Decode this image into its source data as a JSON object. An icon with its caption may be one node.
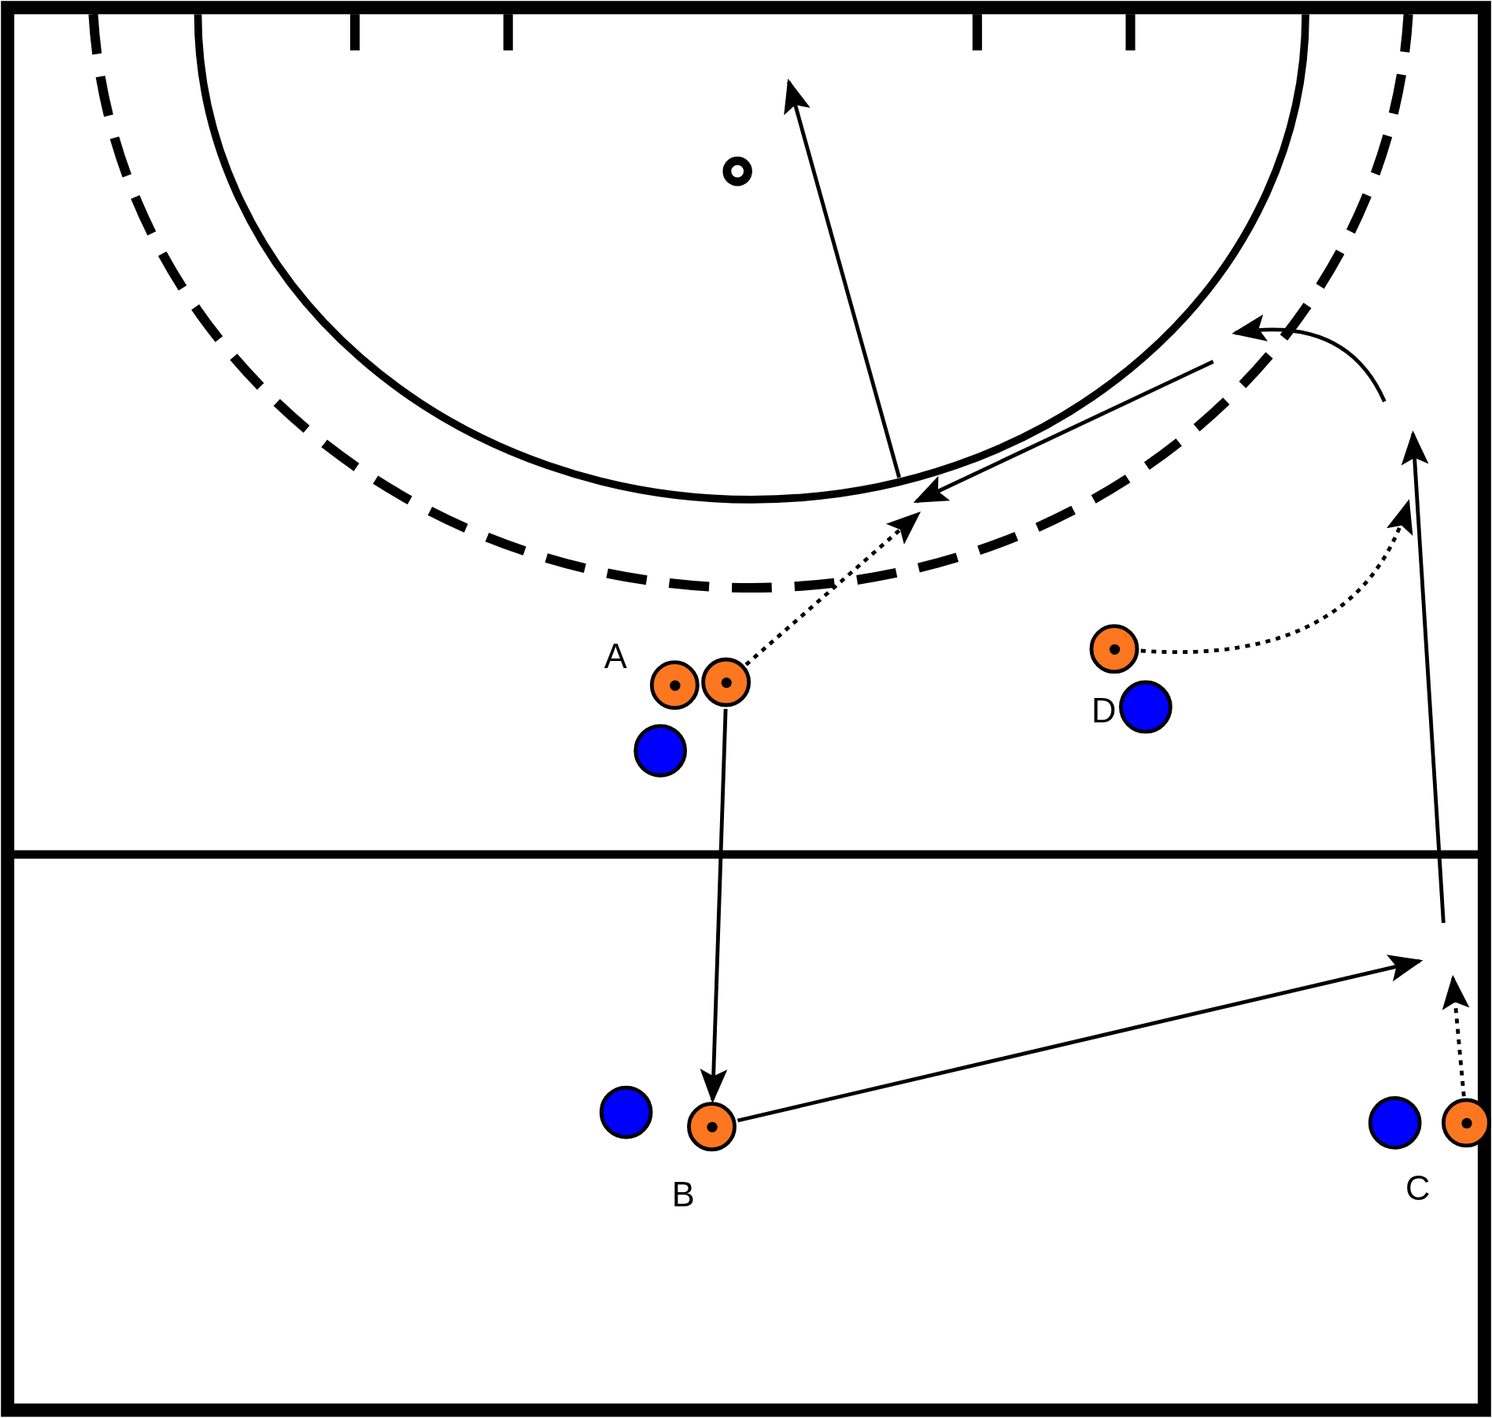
{
  "diagram": {
    "nodes": [
      {
        "text": [],
        "shape": "circle",
        "beside": [
          "A"
        ]
      },
      {
        "text": [],
        "shape": "circle"
      },
      {
        "text": [],
        "shape": "circle"
      },
      {
        "text": [],
        "shape": "circle",
        "beside": [
          "D"
        ]
      },
      {
        "text": [],
        "shape": "circle"
      },
      {
        "text": [],
        "shape": "circle"
      },
      {
        "text": [],
        "shape": "circle",
        "beside": [
          "B"
        ]
      },
      {
        "text": [],
        "shape": "circle",
        "beside": [
          "C"
        ]
      },
      {
        "text": [],
        "shape": "circle"
      }
    ],
    "edges": [
      {
        "from": 1,
        "to": 6,
        "arrow": "to"
      },
      {
        "from": 6,
        "to": null,
        "arrow": "to"
      },
      {
        "from": 8,
        "to": null,
        "arrow": "to",
        "style": "dashed"
      },
      {
        "from": 1,
        "to": null,
        "arrow": "to",
        "style": "dashed"
      },
      {
        "from": 2,
        "to": null,
        "arrow": "to",
        "style": "dashed"
      }
    ]
  }
}
